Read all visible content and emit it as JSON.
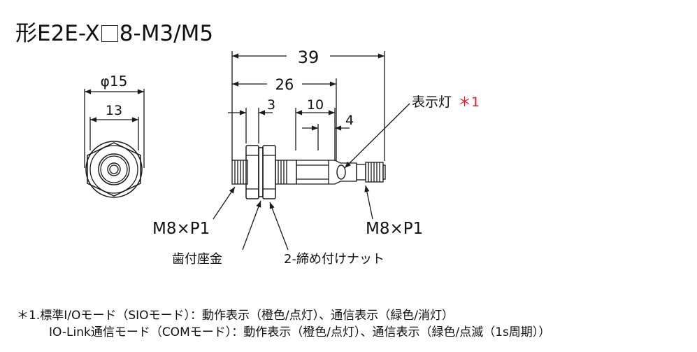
{
  "title": {
    "prefix": "形E2E-X",
    "suffix": "8-M3/M5"
  },
  "dims": {
    "total": "39",
    "length26": "26",
    "d3": "3",
    "d10": "10",
    "d4": "4",
    "phi15": "φ15",
    "w13": "13"
  },
  "labels": {
    "indicator": "表示灯",
    "indicator_mark": "＊1",
    "thread_left": "M8×P1",
    "thread_right": "M8×P1",
    "washer": "歯付座金",
    "nut": "2-締め付けナット"
  },
  "notes": {
    "line1": "＊1.標準I/Oモード（SIOモード）：動作表示（橙色/点灯）、通信表示（緑色/消灯）",
    "line2": "IO-Link通信モード（COMモード）：動作表示（橙色/点灯）、通信表示（緑色/点滅（1s周期））"
  },
  "colors": {
    "accent": "#e8192c",
    "line": "#1a1a1a"
  }
}
